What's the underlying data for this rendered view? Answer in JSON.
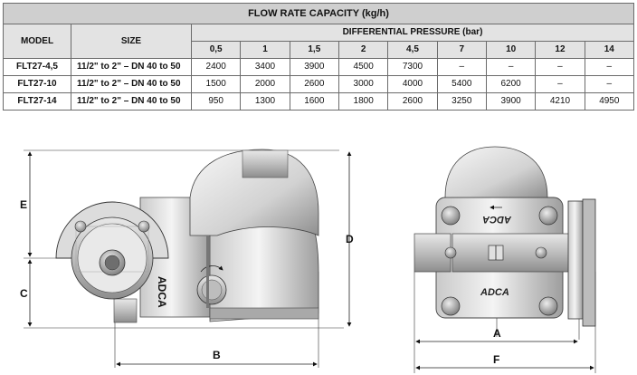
{
  "table": {
    "title": "FLOW RATE CAPACITY (kg/h)",
    "col_model": "MODEL",
    "col_size": "SIZE",
    "col_pressure": "DIFFERENTIAL PRESSURE (bar)",
    "pressures": [
      "0,5",
      "1",
      "1,5",
      "2",
      "4,5",
      "7",
      "10",
      "12",
      "14"
    ],
    "rows": [
      {
        "model": "FLT27-4,5",
        "size": "11/2\" to 2\" – DN 40 to 50",
        "values": [
          "2400",
          "3400",
          "3900",
          "4500",
          "7300",
          "–",
          "–",
          "–",
          "–"
        ]
      },
      {
        "model": "FLT27-10",
        "size": "11/2\" to 2\" – DN 40 to 50",
        "values": [
          "1500",
          "2000",
          "2600",
          "3000",
          "4000",
          "5400",
          "6200",
          "–",
          "–"
        ]
      },
      {
        "model": "FLT27-14",
        "size": "11/2\" to 2\" – DN 40 to 50",
        "values": [
          "950",
          "1300",
          "1600",
          "1800",
          "2600",
          "3250",
          "3900",
          "4210",
          "4950"
        ]
      }
    ]
  },
  "drawing": {
    "dim_a": "A",
    "dim_b": "B",
    "dim_c": "C",
    "dim_d": "D",
    "dim_e": "E",
    "dim_f": "F",
    "brand_top": "ADCA",
    "brand_bottom": "ADCA",
    "brand_side": "ADCA"
  }
}
